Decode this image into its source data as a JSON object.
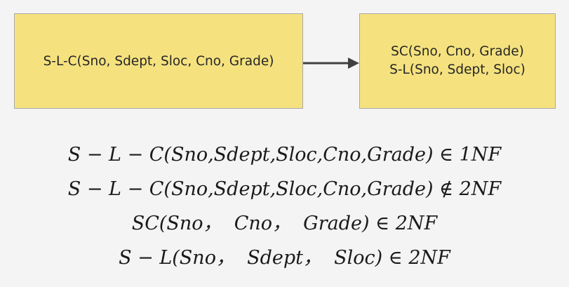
{
  "diagram": {
    "source_box": {
      "text": "S-L-C(Sno, Sdept, Sloc, Cno, Grade)"
    },
    "target_box": {
      "lines": [
        "SC(Sno,  Cno, Grade)",
        "S-L(Sno, Sdept, Sloc)"
      ]
    },
    "colors": {
      "box_fill": "#f5e27f",
      "box_border": "#a8a8a8",
      "arrow": "#404040",
      "background": "#f4f4f4"
    }
  },
  "formulas": [
    {
      "expr": "S − L − C(Sno,Sdept,Sloc,Cno,Grade)",
      "op": " ∈ ",
      "nf": "1NF"
    },
    {
      "expr": "S − L − C(Sno,Sdept,Sloc,Cno,Grade)",
      "op": " ∉ ",
      "nf": "2NF"
    },
    {
      "expr": "SC(Sno，  Cno，  Grade)",
      "op": " ∈ ",
      "nf": "2NF"
    },
    {
      "expr": "S − L(Sno，  Sdept，  Sloc)",
      "op": " ∈ ",
      "nf": "2NF"
    }
  ]
}
